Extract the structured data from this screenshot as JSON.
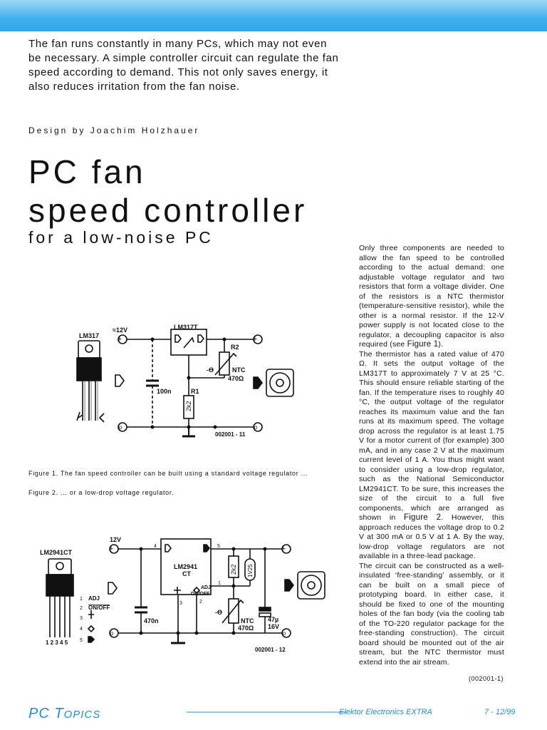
{
  "intro": "The fan runs constantly in many PCs, which may not even be necessary. A simple controller circuit can regulate the fan speed according to demand. This not only saves energy, it also reduces irritation from the fan noise.",
  "byline": "Design by Joachim Holzhauer",
  "title_line1": "PC fan",
  "title_line2": "speed controller",
  "subtitle": "for a low-noise PC",
  "body": {
    "p1_a": "Only three components are needed to allow the fan speed to be controlled according to the actual demand: one adjustable voltage regulator and two resistors that form a voltage divider. One of the resistors is a NTC thermistor (temperature-sensitive resistor), while the other is a normal resistor. If the 12-V power supply is not located close to the regulator, a decoupling capacitor is also required (see ",
    "p1_ref": "Figure 1",
    "p1_b": ").",
    "p2_a": "The thermistor has a rated value of 470 Ω. It sets the output voltage of the LM317T to approximately 7 V at 25 °C. This should ensure reliable starting of the fan. If the temperature rises to roughly 40 °C, the output voltage of the regulator reaches its maximum value and the fan runs at its maximum speed. The voltage drop across the regulator is at least 1.75 V for a motor current of (for example) 300 mA, and in any case 2 V at the maximum current level of 1 A. You thus might want to consider using a low-drop regulator, such as the National Semiconductor LM2941CT. To be sure, this increases the size of the circuit to a full five components, which are arranged as shown in ",
    "p2_ref": "Figure 2",
    "p2_b": ". However, this approach reduces the voltage drop to 0.2 V at 300 mA or 0.5 V at 1 A. By the way, low-drop voltage regulators are not available in a three-lead package.",
    "p3": "The circuit can be constructed as a well-insulated ‘free-standing’ assembly, or it can be built on a small piece of prototyping board. In either case, it should be fixed to one of the mounting holes of the fan body (via the cooling tab of the TO-220 regulator package for the free-standing construction). The circuit board should be mounted out of the air stream, but the NTC thermistor must extend into the air stream."
  },
  "job_ref": "(002001-1)",
  "caption1": "Figure 1. The fan speed controller can be built using a standard voltage regulator ...",
  "caption2": "Figure 2. ... or a low-drop voltage regulator.",
  "fig1": {
    "package": "LM317",
    "supply": "≈12V",
    "ic": "LM317T",
    "r2": "R2",
    "ntc": "NTC",
    "ntc_val": "470Ω",
    "theta": "-ϴ",
    "cap": "100n",
    "r1": "R1",
    "r1_val": "2k2",
    "code": "002001 - 11"
  },
  "fig2": {
    "package": "LM2941CT",
    "supply": "12V",
    "ic_line1": "LM2941",
    "ic_line2": "CT",
    "adj": "ADJ",
    "onoff": "ON/OFF",
    "pin1": "1",
    "pin2": "2",
    "pin3": "3",
    "pin4": "4",
    "pin5": "5",
    "leg1": "ADJ",
    "leg2": "ON/OFF",
    "pins": "1 2 3 4 5",
    "cap1": "470n",
    "r_val": "2k2",
    "diode": "1V25",
    "theta": "-ϴ",
    "ntc": "NTC",
    "ntc_val": "470Ω",
    "cap2_a": "47µ",
    "cap2_b": "16V",
    "code": "002001 - 12"
  },
  "footer": {
    "brand_a": "PC",
    "brand_b": "T",
    "brand_c": "OPICS",
    "rule": "————————————————",
    "magazine": "Elektor Electronics EXTRA",
    "page": "7 - 12/99"
  },
  "colors": {
    "accent": "#1d8fd6",
    "bar": "#3fb0ec"
  }
}
